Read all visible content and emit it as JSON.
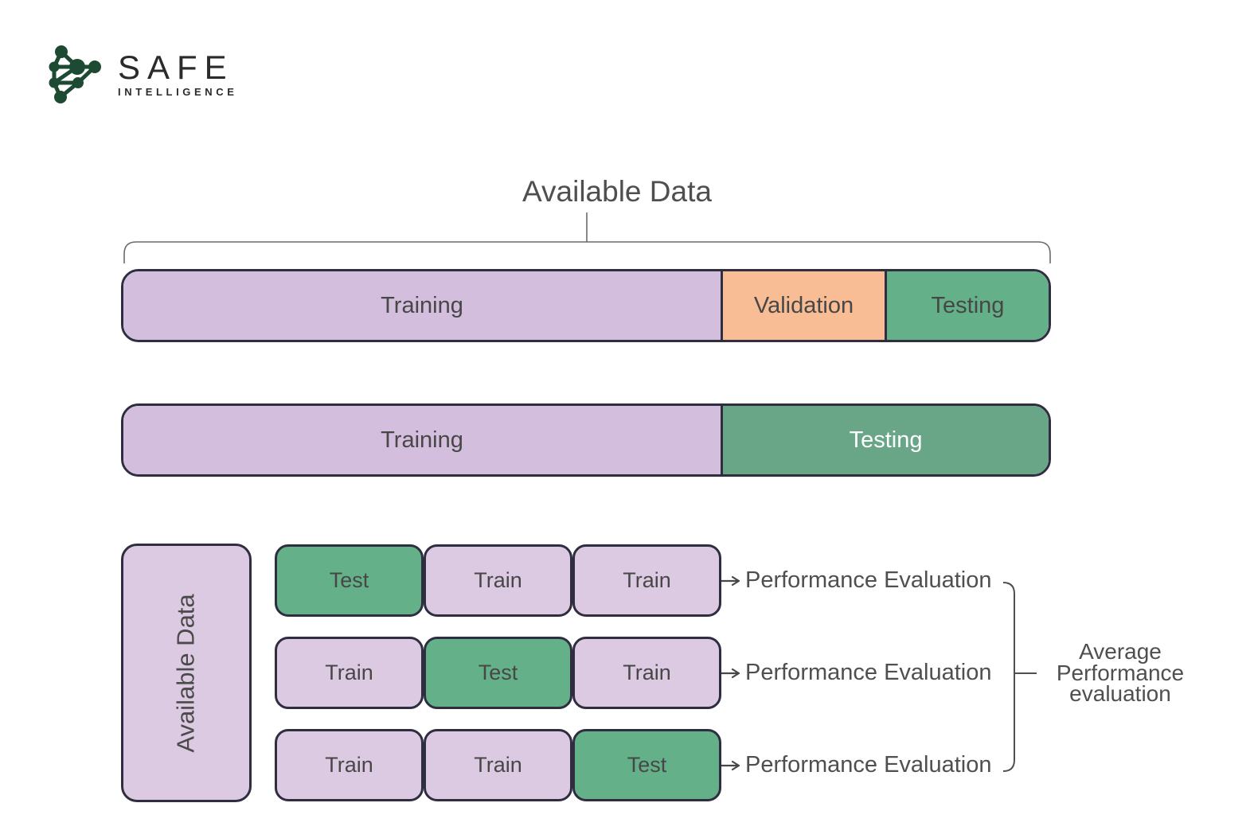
{
  "logo": {
    "brand": "SAFE",
    "subtitle": "INTELLIGENCE",
    "icon": "network-graph-icon"
  },
  "diagram": {
    "title": "Available Data",
    "holdout_split": {
      "segments": [
        {
          "label": "Training",
          "type": "train"
        },
        {
          "label": "Validation",
          "type": "validation"
        },
        {
          "label": "Testing",
          "type": "test"
        }
      ]
    },
    "train_test_split": {
      "segments": [
        {
          "label": "Training",
          "type": "train"
        },
        {
          "label": "Testing",
          "type": "test"
        }
      ]
    },
    "cross_validation": {
      "source_label": "Available Data",
      "folds": [
        {
          "cells": [
            {
              "label": "Test",
              "type": "test"
            },
            {
              "label": "Train",
              "type": "train"
            },
            {
              "label": "Train",
              "type": "train"
            }
          ],
          "result": "Performance Evaluation"
        },
        {
          "cells": [
            {
              "label": "Train",
              "type": "train"
            },
            {
              "label": "Test",
              "type": "test"
            },
            {
              "label": "Train",
              "type": "train"
            }
          ],
          "result": "Performance Evaluation"
        },
        {
          "cells": [
            {
              "label": "Train",
              "type": "train"
            },
            {
              "label": "Train",
              "type": "train"
            },
            {
              "label": "Test",
              "type": "test"
            }
          ],
          "result": "Performance Evaluation"
        }
      ],
      "aggregate": {
        "line1": "Average",
        "line2": "Performance",
        "line3": "evaluation"
      }
    },
    "colors": {
      "train_fill": "#d4bedd",
      "train_fill_light": "#dccae2",
      "validation_fill": "#f8bd95",
      "test_fill": "#64b089",
      "test_fill_dark": "#68a687",
      "box_border": "#2f2e41",
      "label_text": "#474747",
      "testing_inverse_text": "#ffffff",
      "connector": "#4f4f4f",
      "logo_green": "#1d4a33",
      "logo_text": "#2b2b2b"
    }
  }
}
